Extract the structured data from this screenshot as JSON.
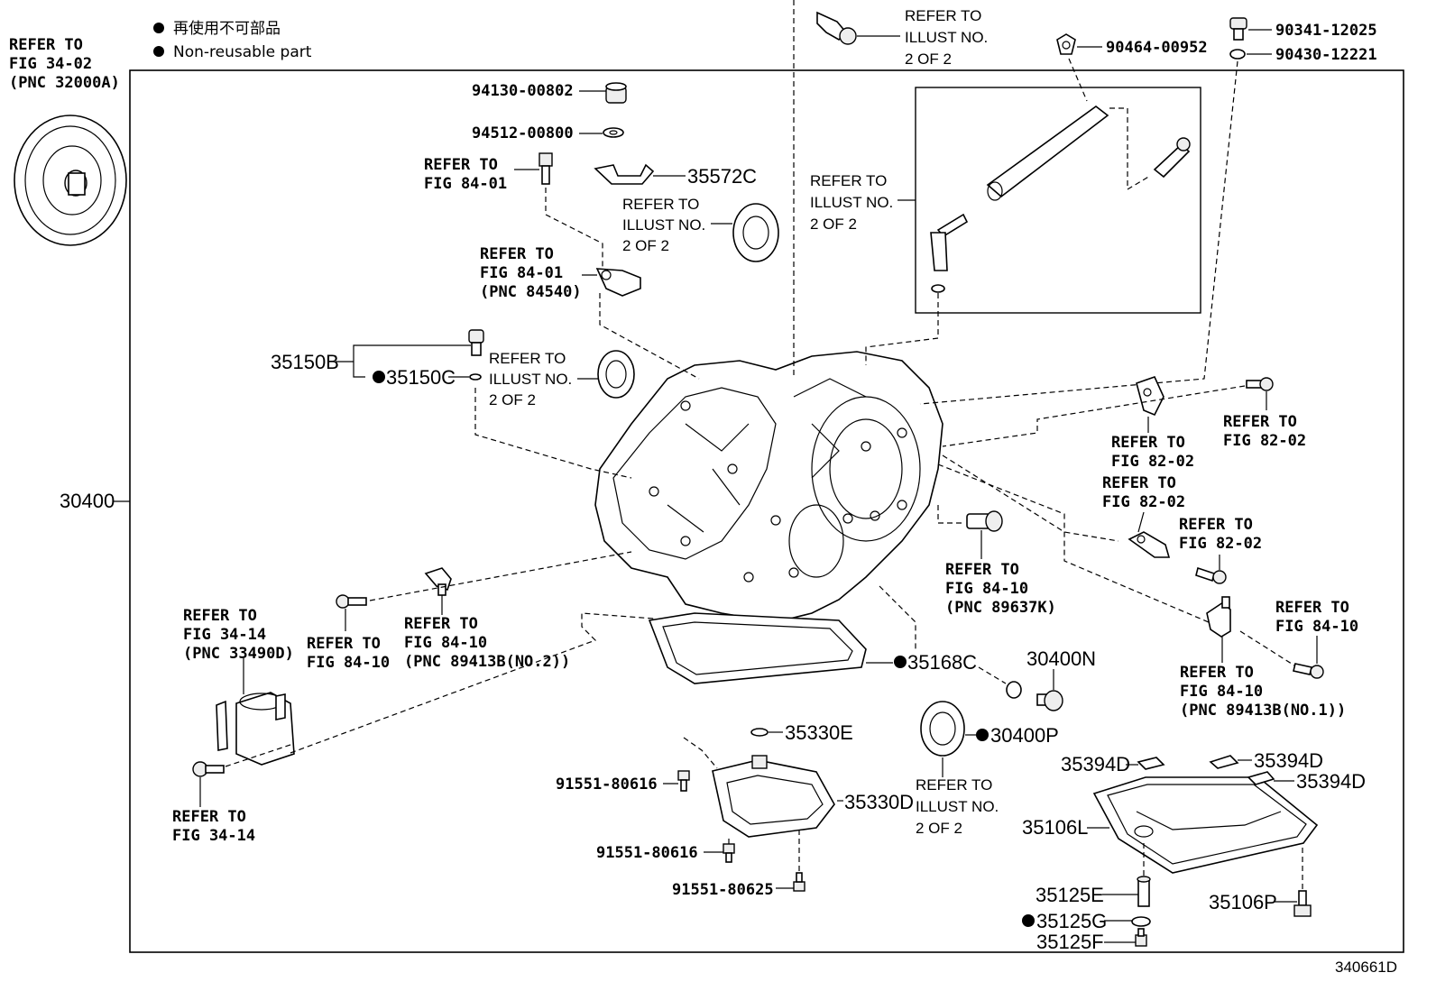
{
  "legend": {
    "line1": "再使用不可部品",
    "line2": "Non-reusable part"
  },
  "labels": {
    "refer_fig_34_02": [
      "REFER TO",
      "FIG 34-02",
      "(PNC 32000A)"
    ],
    "p_30400": "30400",
    "p_94130": "94130-00802",
    "p_94512": "94512-00800",
    "refer_fig_84_01_a": [
      "REFER TO",
      "FIG 84-01"
    ],
    "p_35572c": "35572C",
    "refer_illust_a": [
      "REFER TO",
      "ILLUST NO.",
      "2 OF 2"
    ],
    "refer_fig_84_01_b": [
      "REFER TO",
      "FIG 84-01",
      "(PNC 84540)"
    ],
    "p_35150b": "35150B",
    "p_35150c": "35150C",
    "refer_illust_b": [
      "REFER TO",
      "ILLUST NO.",
      "2 OF 2"
    ],
    "refer_illust_top": [
      "REFER TO",
      "ILLUST NO.",
      "2 OF 2"
    ],
    "refer_illust_mid": [
      "REFER TO",
      "ILLUST NO.",
      "2 OF 2"
    ],
    "p_90464": "90464-00952",
    "p_90341": "90341-12025",
    "p_90430": "90430-12221",
    "refer_fig_82_02_a": [
      "REFER TO",
      "FIG 82-02"
    ],
    "refer_fig_82_02_b": [
      "REFER TO",
      "FIG 82-02"
    ],
    "refer_fig_82_02_c": [
      "REFER TO",
      "FIG 82-02"
    ],
    "refer_fig_82_02_d": [
      "REFER TO",
      "FIG 82-02"
    ],
    "refer_fig_84_10_a": [
      "REFER TO",
      "FIG 84-10",
      "(PNC 89637K)"
    ],
    "refer_fig_84_10_b": [
      "REFER TO",
      "FIG 84-10"
    ],
    "refer_fig_84_10_c": [
      "REFER TO",
      "FIG 84-10",
      "(PNC 89413B(NO.1))"
    ],
    "refer_fig_84_10_d": [
      "REFER TO",
      "FIG 84-10"
    ],
    "refer_fig_84_10_e": [
      "REFER TO",
      "FIG 84-10",
      "(PNC 89413B(NO.2))"
    ],
    "refer_fig_34_14_a": [
      "REFER TO",
      "FIG 34-14",
      "(PNC 33490D)"
    ],
    "refer_fig_34_14_b": [
      "REFER TO",
      "FIG 34-14"
    ],
    "p_35168c": "35168C",
    "p_30400n": "30400N",
    "p_30400p": "30400P",
    "refer_illust_c": [
      "REFER TO",
      "ILLUST NO.",
      "2 OF 2"
    ],
    "p_35330e": "35330E",
    "p_35330d": "35330D",
    "p_91551_80616_a": "91551-80616",
    "p_91551_80616_b": "91551-80616",
    "p_91551_80625": "91551-80625",
    "p_35394d_a": "35394D",
    "p_35394d_b": "35394D",
    "p_35394d_c": "35394D",
    "p_35106l": "35106L",
    "p_35106p": "35106P",
    "p_35125e": "35125E",
    "p_35125g": "35125G",
    "p_35125f": "35125F",
    "figure_code": "340661D"
  }
}
